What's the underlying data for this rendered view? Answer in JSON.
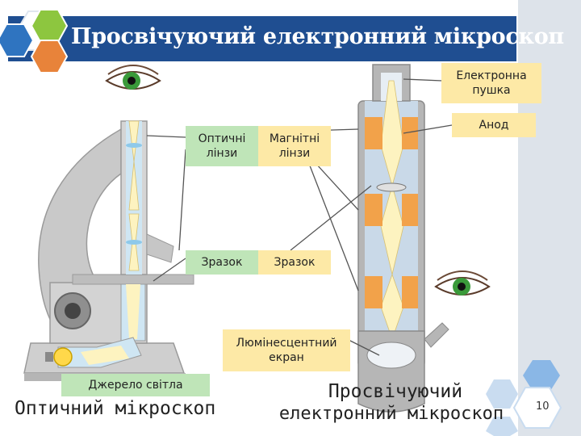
{
  "title": "Просвічуючий електронний мікроскоп",
  "labels": {
    "optical_lenses": "Оптичні\nлінзи",
    "magnetic_lenses": "Магнітні\nлінзи",
    "electron_gun": "Електронна\nпушка",
    "anode": "Анод",
    "sample_left": "Зразок",
    "sample_right": "Зразок",
    "screen": "Люмінесцентний\nекран",
    "light_source": "Джерело світла"
  },
  "captions": {
    "optical": "Оптичний мікроскоп",
    "electron_line1": "Просвічуючий",
    "electron_line2": "електронний мікроскоп"
  },
  "page_number": "10",
  "colors": {
    "title_bg": "#1f4e91",
    "label_green": "#bfe5b8",
    "label_yellow": "#fde9a6",
    "hex_blue": "#2f74c0",
    "hex_green": "#8dc63f",
    "hex_orange": "#e8833a"
  }
}
